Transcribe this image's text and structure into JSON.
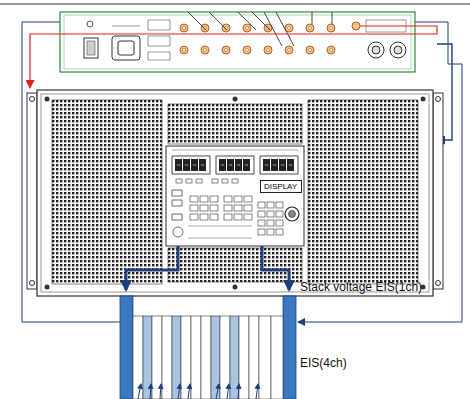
{
  "diagram": {
    "nodes": [
      {
        "text": [
          "DISPLAY"
        ]
      }
    ],
    "labels": [
      "Stack voltage EIS(1ch)",
      "EIS(4ch)"
    ]
  }
}
